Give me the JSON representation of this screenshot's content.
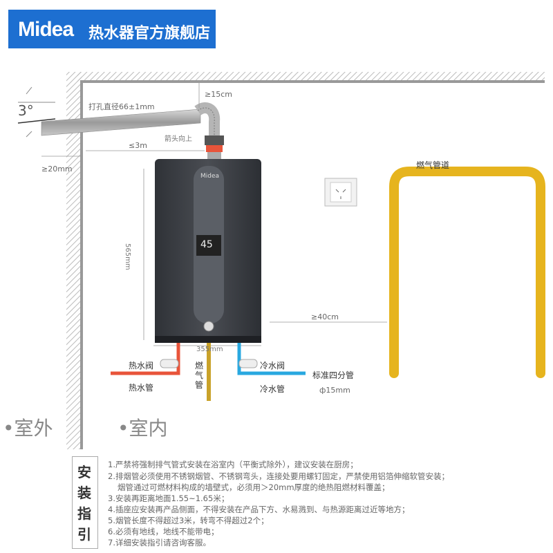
{
  "header": {
    "logo": "Midea",
    "store_name": "热水器官方旗舰店"
  },
  "diagram": {
    "angle": "3°",
    "hole_diameter": "打孔直径66±1mm",
    "top_clearance": "≥15cm",
    "elbow_note": "箭头向上",
    "flue_length": "≤3m",
    "wall_protrusion": "≥20mm",
    "height": "565mm",
    "width": "355mm",
    "side_clearance": "≥40cm",
    "gas_pipeline": "燃气管道",
    "hot_valve": "热水阀",
    "hot_pipe": "热水管",
    "gas_pipe": "燃气管",
    "cold_valve": "冷水阀",
    "cold_pipe": "冷水管",
    "standard_pipe": "标准四分管",
    "pipe_diameter": "ф15mm",
    "outdoor": "•室外",
    "indoor": "•室内",
    "heater_brand": "Midea",
    "display_temp": "45"
  },
  "notes": {
    "title_chars": [
      "安",
      "装",
      "指",
      "引"
    ],
    "items": [
      "1.严禁将强制排气管式安装在浴室内（平衡式除外），建议安装在厨房；",
      "2.排烟管必须使用不锈钢烟管、不锈钢弯头，连接处要用螺钉固定，严禁使用铝箔伸缩软管安装；",
      "烟管通过可燃材料构成的墙壁式，必须用＞20mm厚度的绝热阻燃材料覆盖；",
      "3.安装再距离地面1.55~1.65米；",
      "4.插座应安装再产品侧面，不得安装在产品下方、水易溅到、与热源距离过近等地方；",
      "5.烟管长度不得超过3米，转弯不得超过2个；",
      "6.必须有地线，地线不能带电；",
      "7.详细安装指引请咨询客服。"
    ]
  },
  "colors": {
    "brand_blue": "#1d6fd1",
    "gas_yellow": "#e6b41e",
    "hot_red": "#e8543a",
    "cold_blue": "#29a8e0",
    "heater_body": "#3b3e44"
  }
}
